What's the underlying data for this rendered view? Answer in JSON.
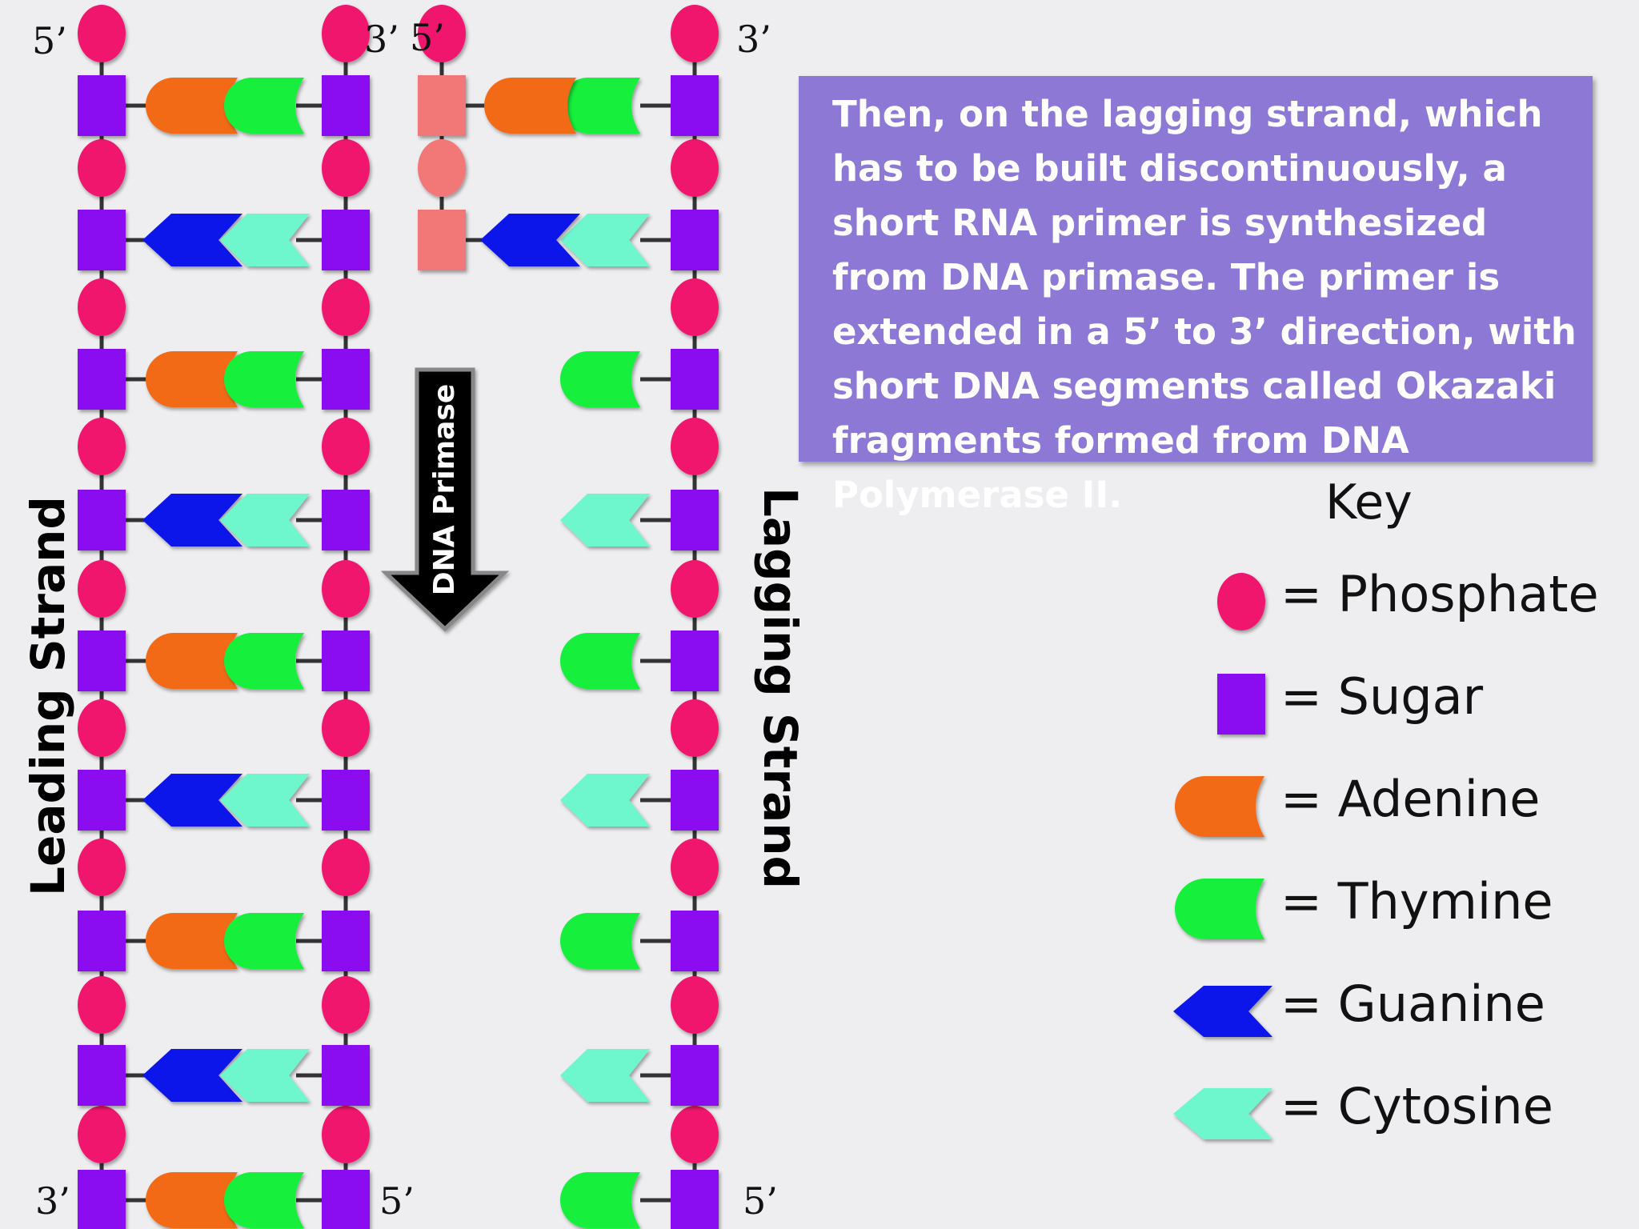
{
  "end_labels": {
    "left_strand_top": "5’",
    "left_pair_top": "3’",
    "right_strand_top": "5’",
    "right_pair_top": "3’",
    "left_strand_bottom": "3’",
    "left_pair_bottom": "5’",
    "right_pair_bottom": "5’"
  },
  "leading_strand_label": "Leading Strand",
  "lagging_strand_label": "Lagging Strand",
  "primase_arrow_label": "DNA Primase",
  "caption": "Then, on the lagging strand, which has to be built discontinuously,  a short RNA primer is synthesized from DNA primase. The primer is extended in a 5’ to 3’ direction, with short DNA segments called Okazaki fragments formed from DNA Polymerase II.",
  "key": {
    "title": "Key",
    "items": [
      {
        "label": "= Phosphate",
        "shape": "phosphate-icon",
        "color": "#f0166e"
      },
      {
        "label": "= Sugar",
        "shape": "sugar-icon",
        "color": "#8a10f2"
      },
      {
        "label": "= Adenine",
        "shape": "adenine-icon",
        "color": "#f26a14"
      },
      {
        "label": "= Thymine",
        "shape": "thymine-icon",
        "color": "#14ef3a"
      },
      {
        "label": "= Guanine",
        "shape": "guanine-icon",
        "color": "#0a14ea"
      },
      {
        "label": "= Cytosine",
        "shape": "cytosine-icon",
        "color": "#6ef6cc"
      }
    ]
  },
  "colors": {
    "phosphate": "#f0166e",
    "sugar": "#8a10f2",
    "adenine": "#f26a14",
    "thymine": "#14ef3a",
    "guanine": "#0a14ea",
    "cytosine": "#6ef6cc",
    "rna_primer": "#f27878",
    "caption_background": "#8e78d6"
  },
  "leading_strand_base_pairs": [
    "A-T",
    "G-C",
    "A-T",
    "G-C",
    "A-T",
    "G-C",
    "A-T",
    "G-C",
    "A-T"
  ],
  "lagging_strand_template_bases": [
    "T",
    "C",
    "T",
    "C",
    "T",
    "C",
    "T",
    "C",
    "T"
  ],
  "lagging_strand_new_bases": [
    "A",
    "G"
  ]
}
